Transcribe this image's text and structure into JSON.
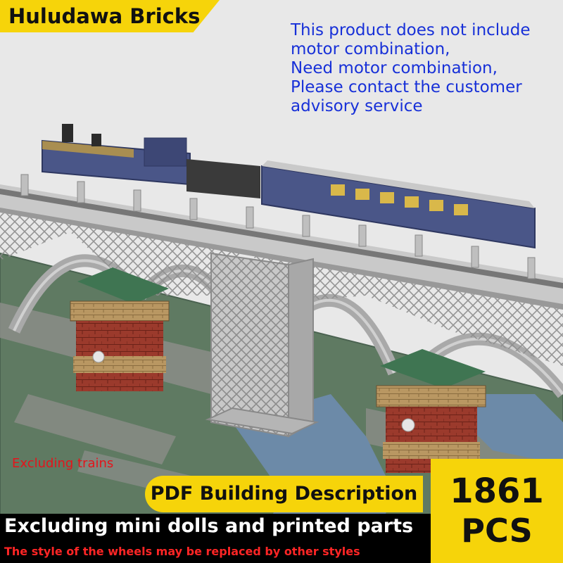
{
  "brand": {
    "name": "Huludawa Bricks"
  },
  "notice": {
    "lines": [
      "This product does not include",
      "motor combination,",
      "Need motor combination,",
      "Please contact the customer",
      "advisory service"
    ]
  },
  "labels": {
    "excluding_trains": "Excluding trains",
    "pdf_description": "PDF Building Description",
    "excluding_parts": "Excluding mini dolls and printed parts",
    "wheel_note": "The style of the wheels may be replaced by other styles"
  },
  "piece_count": {
    "value": "1861",
    "unit": "PCS"
  },
  "colors": {
    "accent_yellow": "#f6d40a",
    "notice_blue": "#1730d8",
    "warning_red": "#e4141b",
    "baseplate_green": "#5f7a62",
    "river_blue": "#6c8aa8",
    "train_blue": "#4a5688"
  }
}
